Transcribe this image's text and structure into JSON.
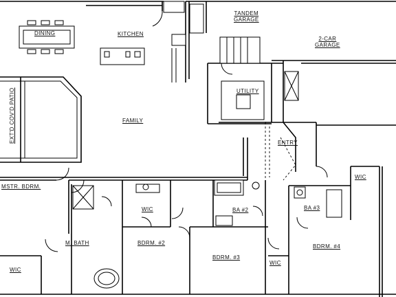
{
  "plan": {
    "rooms": {
      "dining": "DINING",
      "kitchen": "KITCHEN",
      "tandem_garage_line1": "TANDEM",
      "tandem_garage_line2": "GARAGE",
      "two_car_garage_line1": "2-CAR",
      "two_car_garage_line2": "GARAGE",
      "utility": "UTILITY",
      "family": "FAMILY",
      "patio": "EXT'D COV'D PATIO",
      "entry": "ENTRY",
      "master_bedroom": "MSTR. BDRM.",
      "wic_1": "WIC",
      "wic_2": "WIC",
      "wic_3": "WIC",
      "wic_4": "WIC",
      "bath_2": "BA #2",
      "bath_3": "BA #3",
      "master_bath": "M. BATH",
      "bedroom_2": "BDRM. #2",
      "bedroom_3": "BDRM. #3",
      "bedroom_4": "BDRM. #4"
    }
  }
}
